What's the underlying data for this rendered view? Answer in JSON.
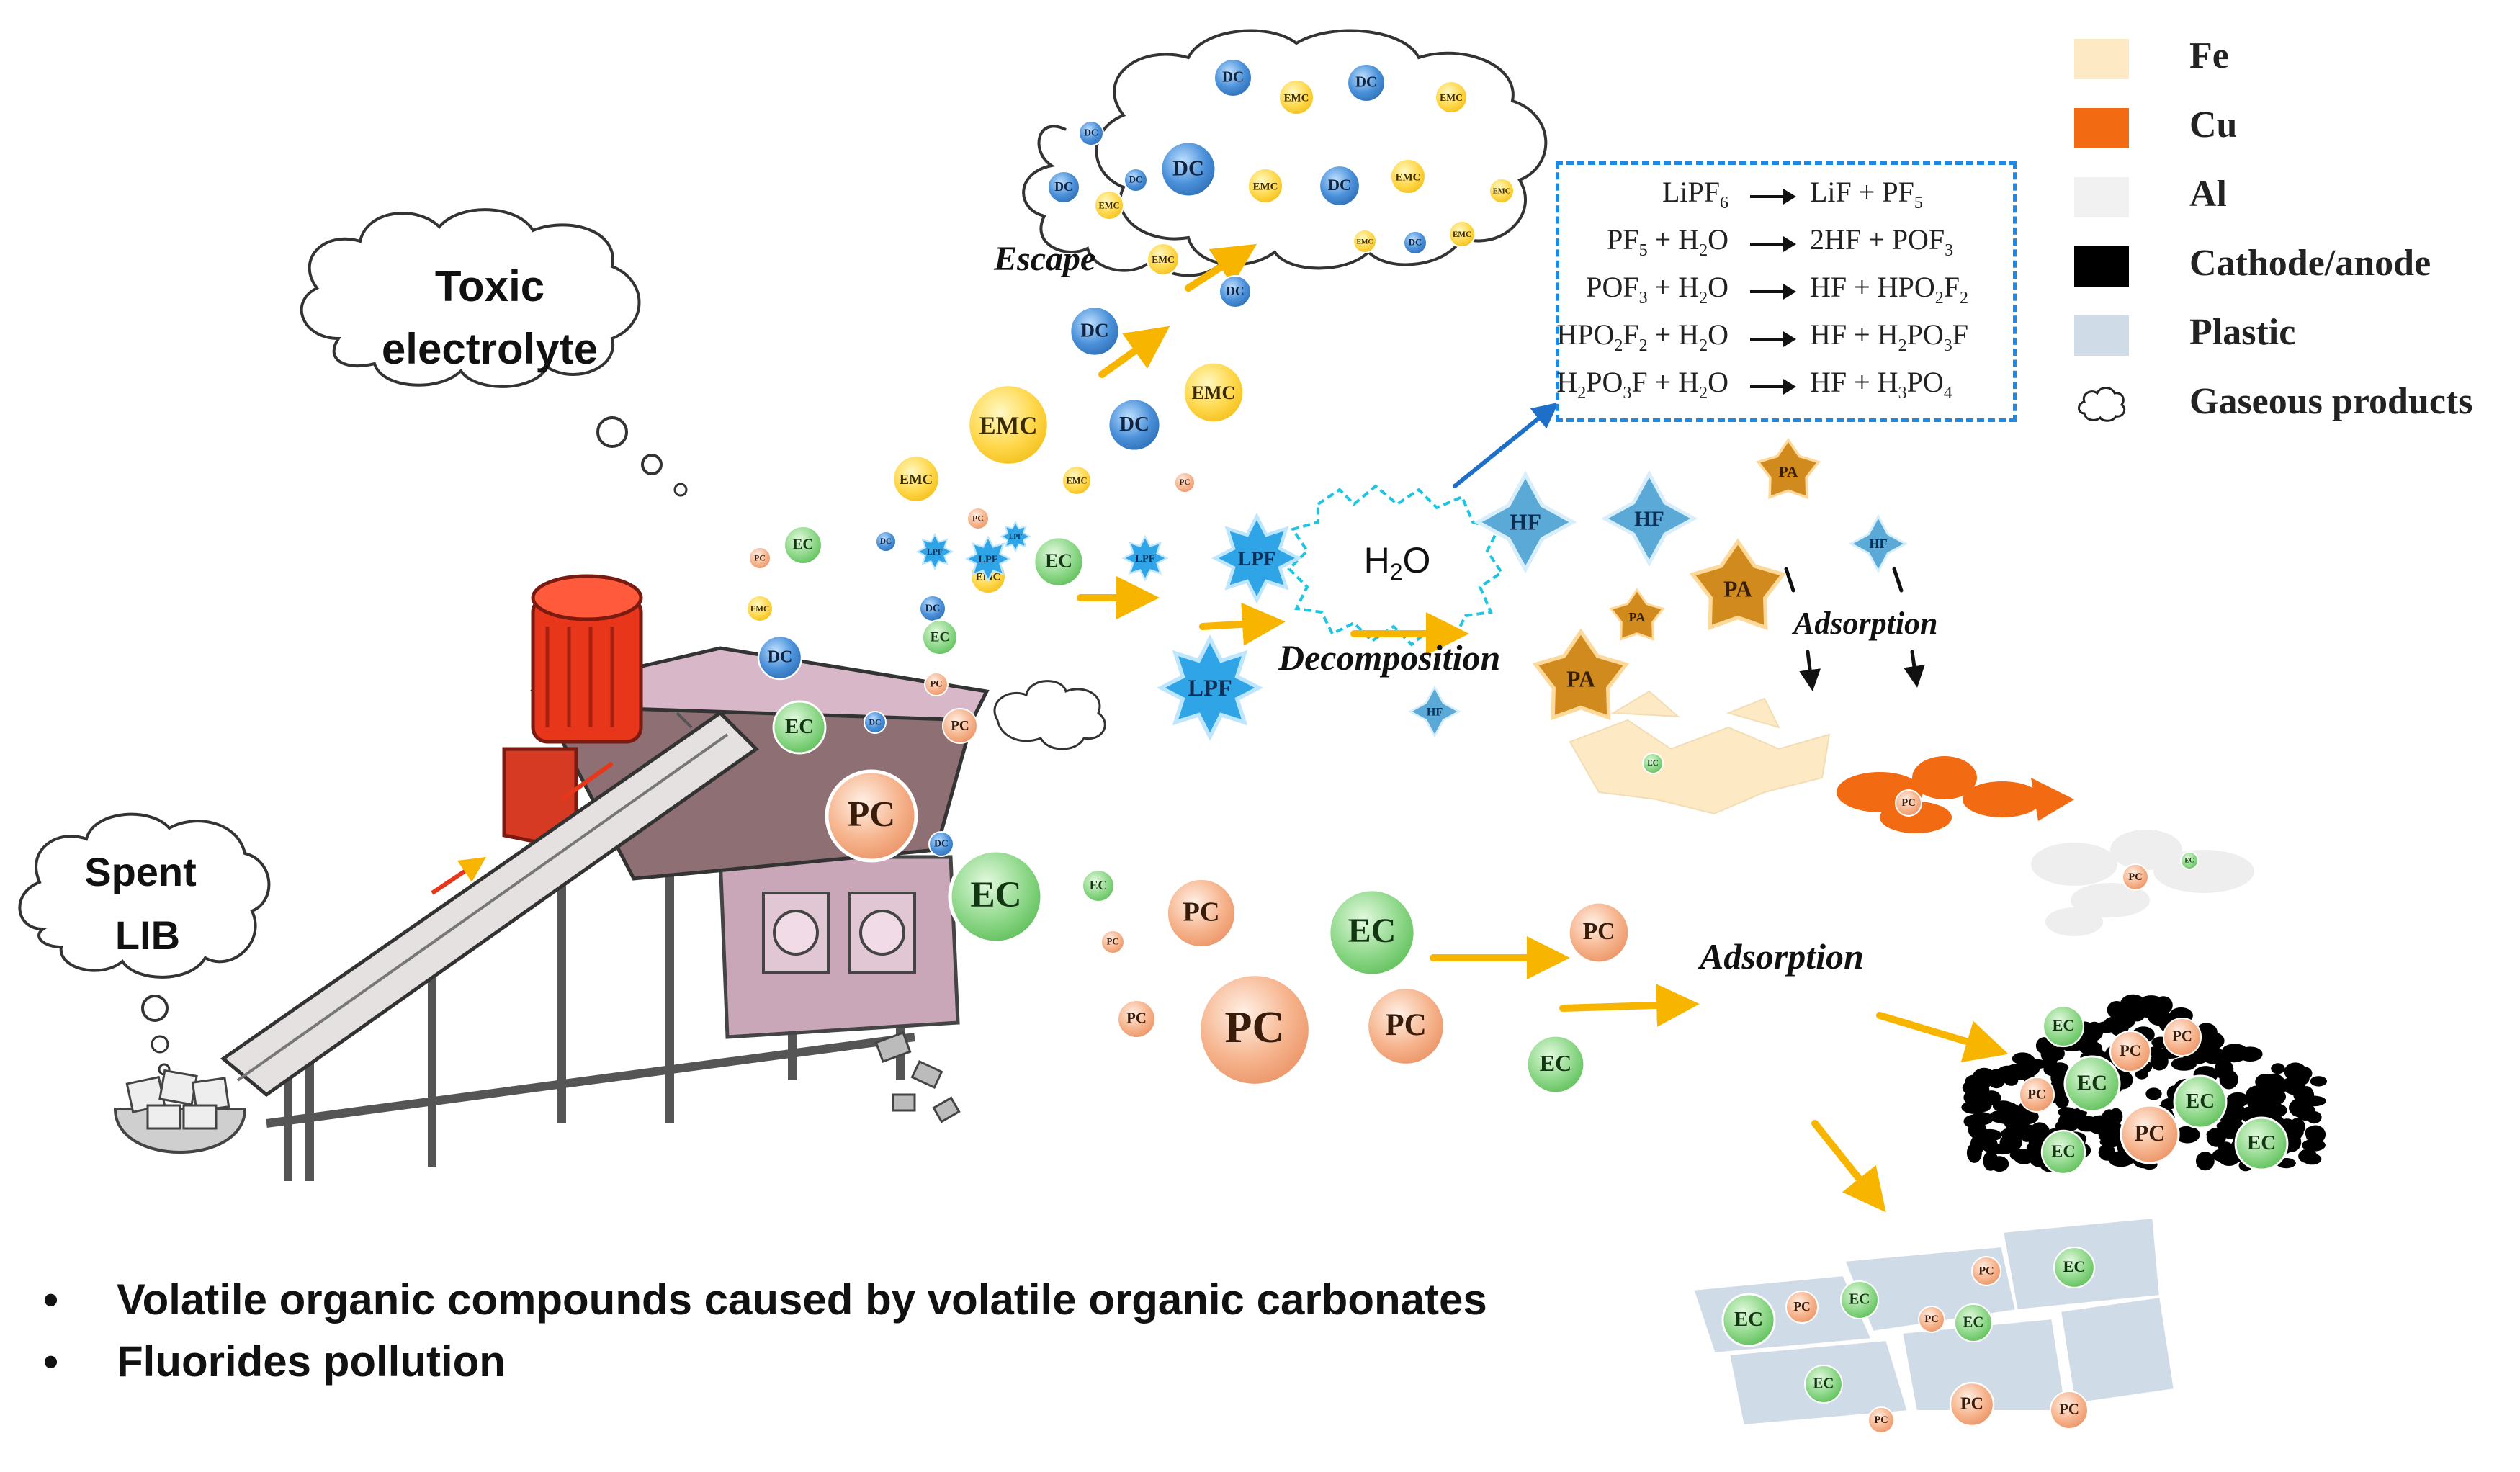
{
  "legend": [
    {
      "label": "Fe",
      "color": "#fde9c3"
    },
    {
      "label": "Cu",
      "color": "#f26a12"
    },
    {
      "label": "Al",
      "color": "#f1f1f1"
    },
    {
      "label": "Cathode/anode",
      "color": "#000000"
    },
    {
      "label": "Plastic",
      "color": "#cfdbe7"
    },
    {
      "label": "Gaseous products",
      "color": "#ffffff"
    }
  ],
  "reactions": [
    {
      "lhs": "LiPF<sub>6</sub>",
      "rhs": "LiF + PF<sub>5</sub>"
    },
    {
      "lhs": "PF<sub>5</sub> + H<sub>2</sub>O",
      "rhs": "2HF  + POF<sub>3</sub>"
    },
    {
      "lhs": "POF<sub>3</sub> + H<sub>2</sub>O",
      "rhs": "HF + HPO<sub>2</sub>F<sub>2</sub>"
    },
    {
      "lhs": "HPO<sub>2</sub>F<sub>2</sub> + H<sub>2</sub>O",
      "rhs": "HF + H<sub>2</sub>PO<sub>3</sub>F"
    },
    {
      "lhs": "H<sub>2</sub>PO<sub>3</sub>F + H<sub>2</sub>O",
      "rhs": "HF + H<sub>3</sub>PO<sub>4</sub>"
    }
  ],
  "bullets": [
    "Volatile organic compounds caused by volatile organic carbonates",
    "Fluorides pollution"
  ],
  "bullet_symbol": "•",
  "clouds": {
    "toxic_line1": "Toxic",
    "toxic_line2": "electrolyte",
    "spent_line1": "Spent",
    "spent_line2": "LIB"
  },
  "process_labels": {
    "escape": "Escape",
    "decomposition": "Decomposition",
    "adsorption_upper": "Adsorption",
    "adsorption_lower": "Adsorption",
    "water": "H<sub>2</sub>O"
  },
  "molecules": {
    "dc": "DC",
    "emc": "EMC",
    "ec": "EC",
    "pc": "PC",
    "lpf": "LPF",
    "hf": "HF",
    "pa": "PA"
  },
  "colors": {
    "dc": "#4a90d9",
    "emc": "#ffd84d",
    "ec": "#8fd88a",
    "pc": "#f6b48d",
    "lpf": "#2fa4e7",
    "hf": "#5aa9d6",
    "pa": "#d08a1e",
    "arrow_orange": "#f7b500",
    "arrow_blue": "#1e6fc7",
    "reaction_border": "#1e88e5",
    "machine_pink": "#c9a7b8",
    "motor_red": "#e8361b"
  }
}
